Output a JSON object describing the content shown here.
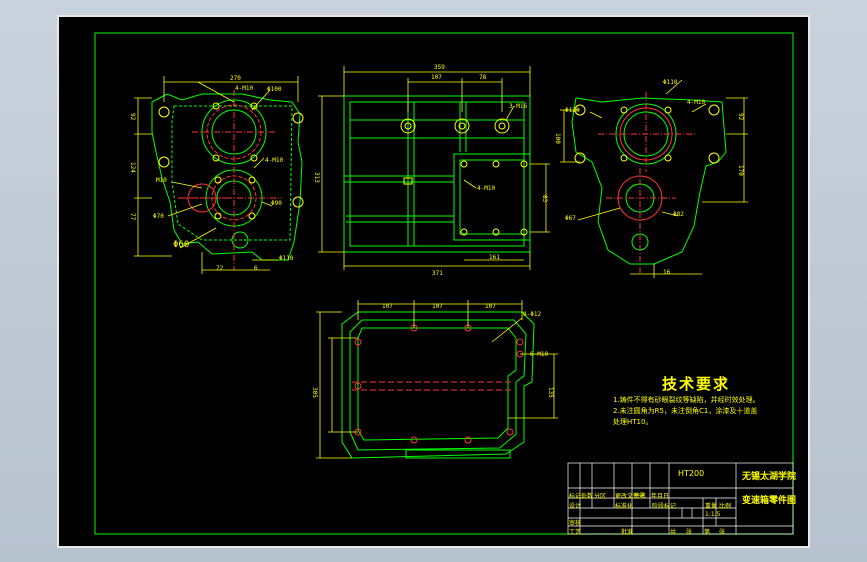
{
  "colors": {
    "outline": "#00ff00",
    "dimension": "#ffff00",
    "center": "#ff3333",
    "hole": "#ff00ff",
    "frame": "#00ff00",
    "background": "#000000"
  },
  "views": {
    "front": {
      "dims": [
        "270",
        "4-M10",
        "Φ100",
        "92",
        "124",
        "77",
        "M10",
        "Φ70",
        "Φ60",
        "4-M10",
        "Φ90",
        "Φ110",
        "72",
        "6"
      ]
    },
    "side": {
      "dims": [
        "359",
        "107",
        "78",
        "3-M16",
        "313",
        "4-M10",
        "83",
        "161",
        "371"
      ]
    },
    "right": {
      "dims": [
        "Φ110",
        "Φ120",
        "4-M10",
        "100",
        "92",
        "170",
        "Φ67",
        "Φ82",
        "16"
      ]
    },
    "bottom": {
      "dims": [
        "107",
        "107",
        "107",
        "8-Φ12",
        "6-M10",
        "305",
        "135"
      ]
    }
  },
  "tech": {
    "title": "技术要求",
    "lines": [
      "1.铸件不得有砂眼裂纹等缺陷，并经时效处理。",
      "2.未注圆角为R5，未注倒角C1，涂漆及十道盖",
      "处理HT10。"
    ]
  },
  "title_block": {
    "material": "HT200",
    "school": "无锡太湖学院",
    "drawing_name": "变速箱零件图",
    "scale": "1:1.5",
    "cells": [
      "标记",
      "处数",
      "分区",
      "更改文件号",
      "签名",
      "年月日",
      "设计",
      "标准化",
      "阶段标记",
      "重量",
      "比例",
      "审核",
      "工艺",
      "批准",
      "共",
      "张",
      "第",
      "张"
    ]
  }
}
